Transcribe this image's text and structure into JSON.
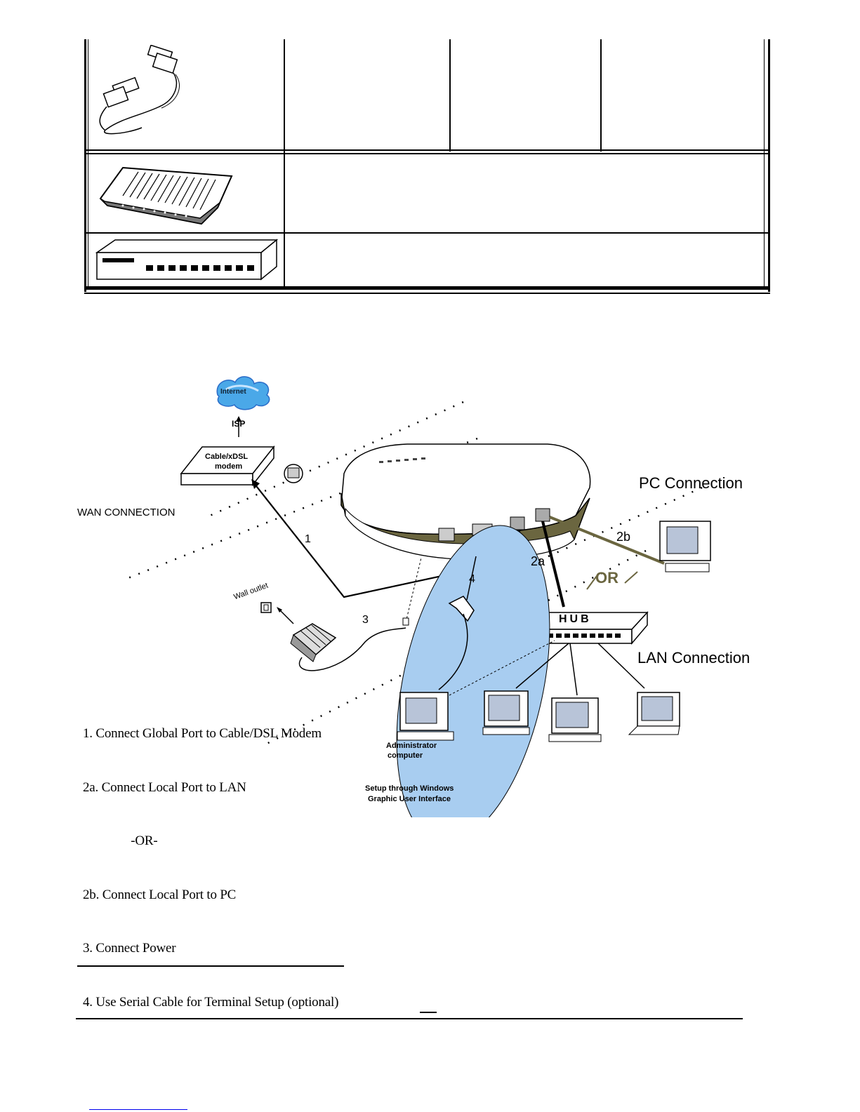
{
  "diagram": {
    "cloud_label": "Internet",
    "isp_label": "ISP",
    "modem_label_line1": "Cable/xDSL",
    "modem_label_line2": "modem",
    "wan_label": "WAN CONNECTION",
    "pc_connection_label": "PC Connection",
    "lan_connection_label": "LAN Connection",
    "or_label": "OR",
    "hub_label": "HUB",
    "wall_outlet_label": "Wall outlet",
    "admin_label_line1": "Administrator",
    "admin_label_line2": "computer",
    "setup_caption_line1": "Setup through Windows",
    "setup_caption_line2": "Graphic User Interface",
    "callouts": [
      "1",
      "2a",
      "2b",
      "3",
      "4"
    ]
  },
  "steps": [
    "1. Connect Global Port to Cable/DSL Modem",
    "2a. Connect Local Port to LAN",
    "               -OR-",
    "2b. Connect Local Port to PC",
    "3. Connect Power",
    "4. Use Serial Cable for Terminal Setup (optional)"
  ]
}
